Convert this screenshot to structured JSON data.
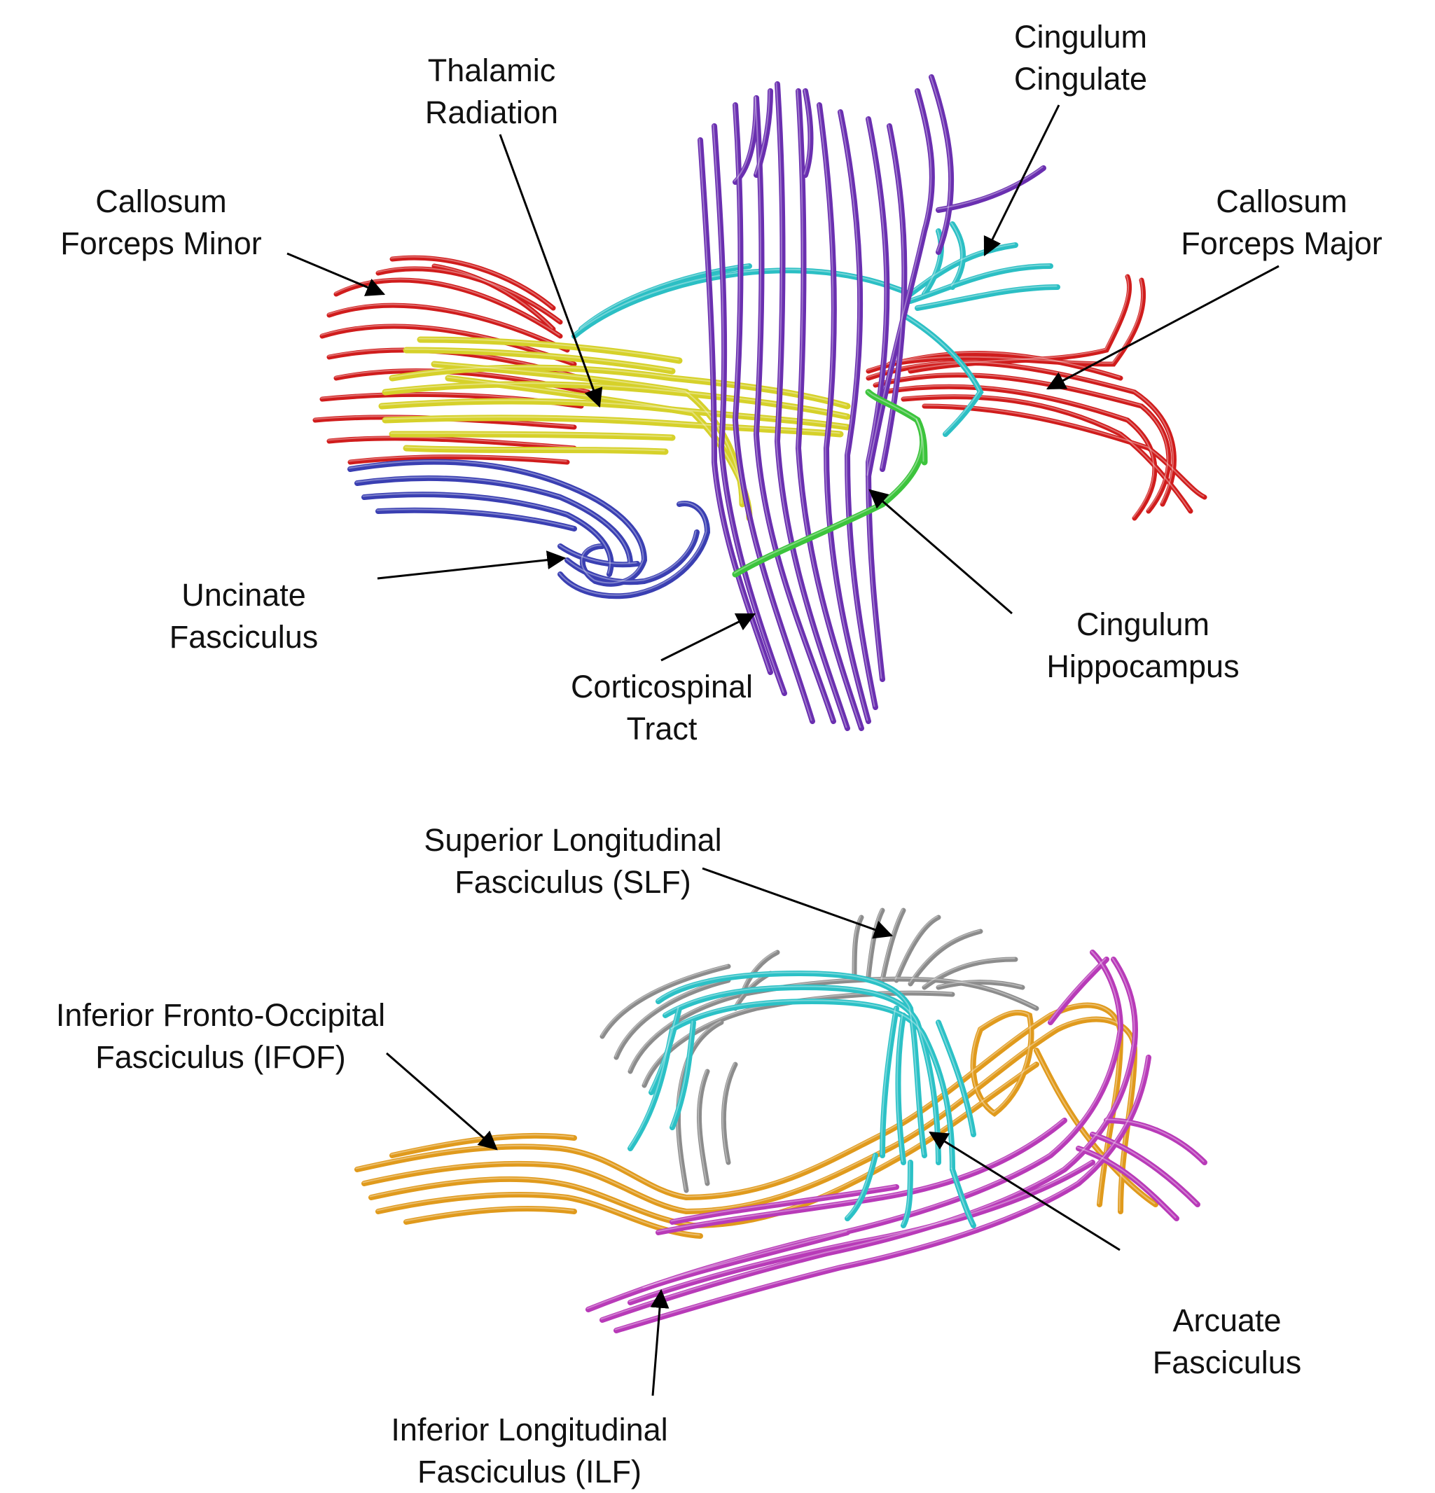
{
  "labels": {
    "callosum_forceps_minor": [
      "Callosum",
      "Forceps Minor"
    ],
    "thalamic_radiation": [
      "Thalamic",
      "Radiation"
    ],
    "cingulum_cingulate": [
      "Cingulum",
      "Cingulate"
    ],
    "callosum_forceps_major": [
      "Callosum",
      "Forceps Major"
    ],
    "uncinate_fasciculus": [
      "Uncinate",
      "Fasciculus"
    ],
    "corticospinal_tract": [
      "Corticospinal",
      "Tract"
    ],
    "cingulum_hippocampus": [
      "Cingulum",
      "Hippocampus"
    ],
    "superior_longitudinal_fasciculus": [
      "Superior Longitudinal",
      "Fasciculus (SLF)"
    ],
    "inferior_fronto_occipital_fasciculus": [
      "Inferior Fronto-Occipital",
      "Fasciculus (IFOF)"
    ],
    "arcuate_fasciculus": [
      "Arcuate",
      "Fasciculus"
    ],
    "inferior_longitudinal_fasciculus": [
      "Inferior Longitudinal",
      "Fasciculus (ILF)"
    ]
  },
  "colors": {
    "forceps": "#d01c1c",
    "thalamic": "#d6d12a",
    "cst": "#6a2fb0",
    "cingulate": "#2bbfc4",
    "cing_hippo": "#3cc43c",
    "uncinate": "#3a3fb2",
    "slf": "#8c8c8c",
    "ifof": "#e09a1c",
    "arcuate": "#2bc1c6",
    "ilf": "#b83ab8"
  }
}
